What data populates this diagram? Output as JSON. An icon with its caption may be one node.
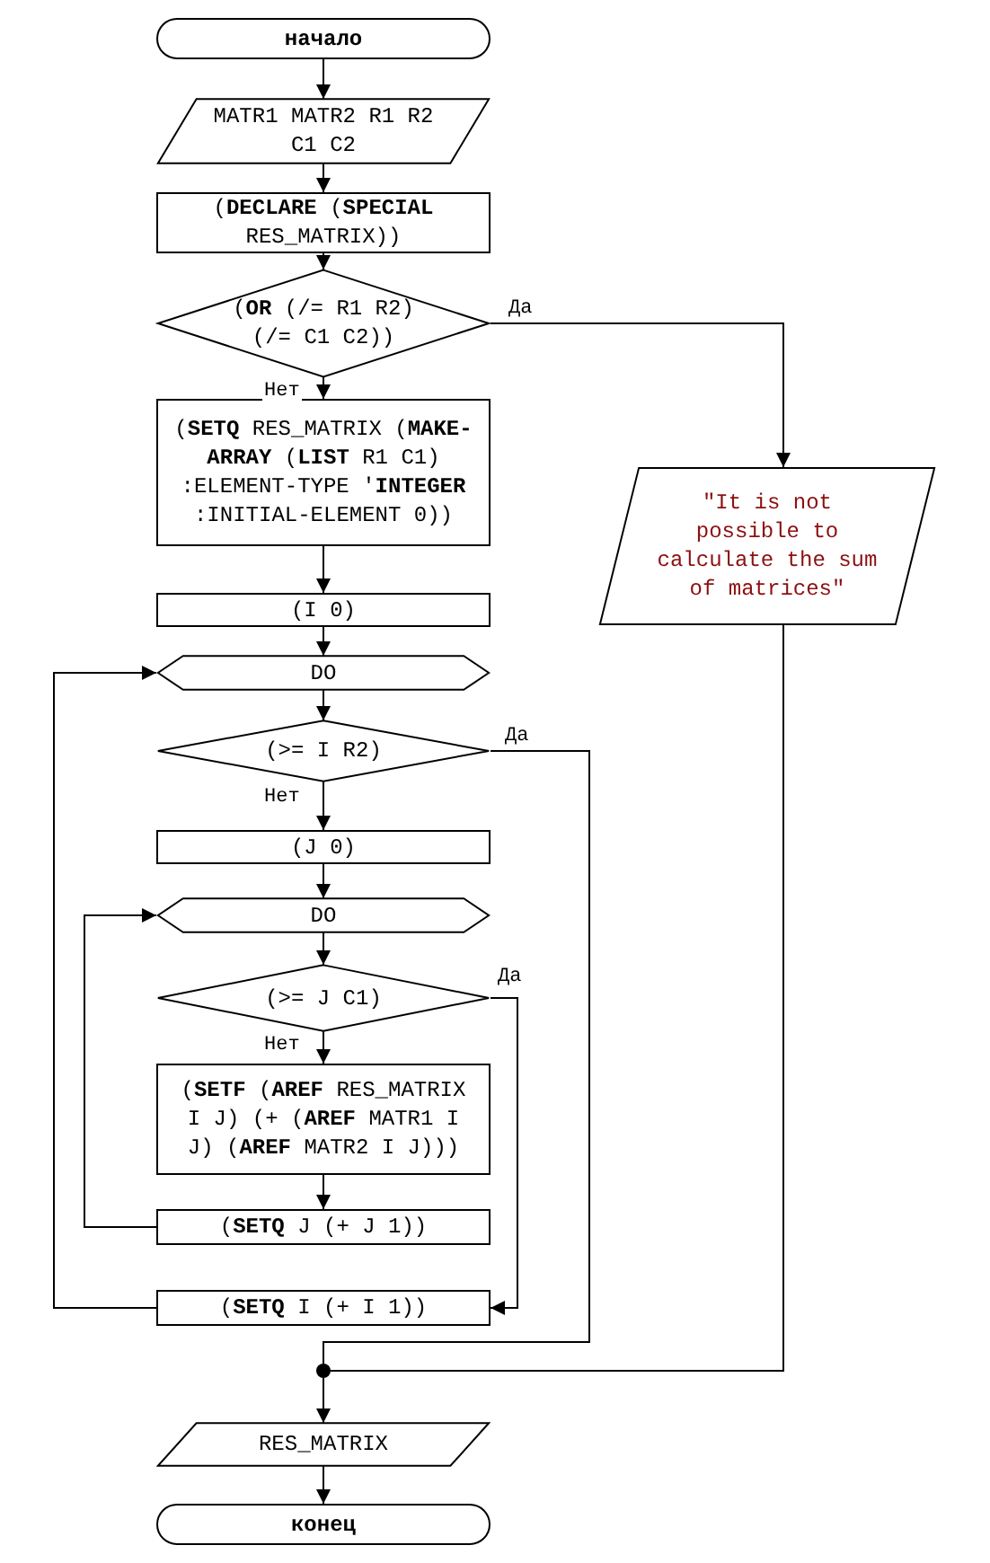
{
  "diagram": {
    "nodes": [
      {
        "text": [
          "начало"
        ]
      },
      {
        "text": [
          "MATR1 MATR2 R1 R2 C1 C2"
        ]
      },
      {
        "text": [
          "(**DECLARE** (**SPECIAL** RES_MATRIX))"
        ]
      },
      {
        "text": [
          "(**OR** (/= R1 R2) (/= C1 C2))"
        ]
      },
      {
        "text": [
          "(**SETQ** RES_MATRIX (**MAKE-ARRAY** (**LIST** R1 C1) :ELEMENT-TYPE '**INTEGER** :INITIAL-ELEMENT 0))"
        ]
      },
      {
        "text": [
          "(I 0)"
        ]
      },
      {
        "text": [
          "DO"
        ]
      },
      {
        "text": [
          "(>= I R2)"
        ]
      },
      {
        "text": [
          "(J 0)"
        ]
      },
      {
        "text": [
          "DO"
        ]
      },
      {
        "text": [
          "(>= J C1)"
        ]
      },
      {
        "text": [
          "(**SETF** (**AREF** RES_MATRIX I J) (+ (**AREF** MATR1 I J) (**AREF** MATR2 I J)))"
        ]
      },
      {
        "text": [
          "(**SETQ** J (+ J 1))"
        ]
      },
      {
        "text": [
          "(**SETQ** I (+ I 1))"
        ]
      },
      {
        "text": [
          "\"It is not possible to calculate the sum of matrices\""
        ]
      },
      {
        "text": [],
        "shape": "circle"
      },
      {
        "text": [
          "RES_MATRIX"
        ]
      },
      {
        "text": [
          "конец"
        ]
      }
    ],
    "edges": [
      {
        "from": 0,
        "to": 1,
        "arrow": "to"
      },
      {
        "from": 1,
        "to": 2,
        "arrow": "to"
      },
      {
        "from": 2,
        "to": 3,
        "arrow": "to"
      },
      {
        "from": 3,
        "to": 4,
        "arrow": "to",
        "label": "Нет"
      },
      {
        "from": 3,
        "to": 14,
        "arrow": "to",
        "label": "Да"
      },
      {
        "from": 4,
        "to": 5,
        "arrow": "to"
      },
      {
        "from": 5,
        "to": 6,
        "arrow": "to"
      },
      {
        "from": 6,
        "to": 7,
        "arrow": "to"
      },
      {
        "from": 7,
        "to": 8,
        "arrow": "to",
        "label": "Нет"
      },
      {
        "from": 7,
        "to": 15,
        "arrow": "none",
        "label": "Да"
      },
      {
        "from": 8,
        "to": 9,
        "arrow": "to"
      },
      {
        "from": 9,
        "to": 10,
        "arrow": "to"
      },
      {
        "from": 10,
        "to": 11,
        "arrow": "to",
        "label": "Нет"
      },
      {
        "from": 11,
        "to": 12,
        "arrow": "to"
      },
      {
        "from": 12,
        "to": 9,
        "arrow": "to"
      },
      {
        "from": 10,
        "to": 13,
        "arrow": "to",
        "label": "Да"
      },
      {
        "from": 13,
        "to": 6,
        "arrow": "to"
      },
      {
        "from": 14,
        "to": 15,
        "arrow": "none"
      },
      {
        "from": 15,
        "to": 16,
        "arrow": "to"
      },
      {
        "from": 16,
        "to": 17,
        "arrow": "to"
      }
    ]
  }
}
